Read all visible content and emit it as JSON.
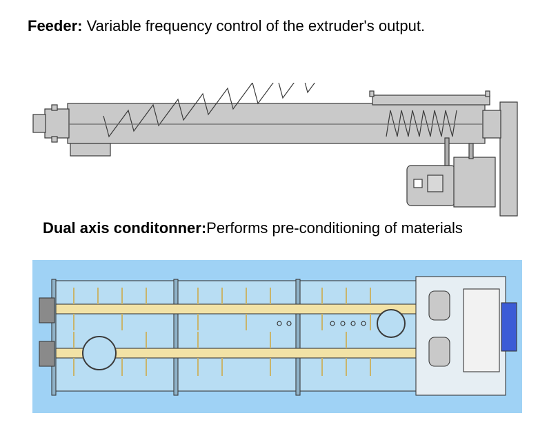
{
  "feeder": {
    "title": "Feeder:",
    "description": " Variable frequency control of the extruder's output."
  },
  "conditioner": {
    "title": "Dual axis conditonner:",
    "description": "Performs pre-conditioning of materials"
  },
  "colors": {
    "feeder_body": "#c9c9c9",
    "feeder_outline": "#3a3a3a",
    "conditioner_background": "#9fd2f5",
    "conditioner_shaft": "#f2e2a6",
    "conditioner_motor": "#3b5bd6"
  }
}
